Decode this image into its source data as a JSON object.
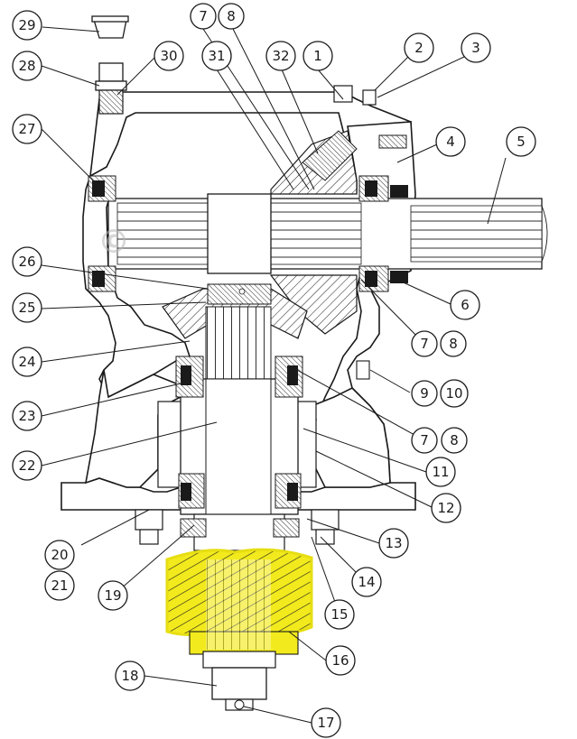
{
  "watermark": "©",
  "colors": {
    "highlight": "#f2ea1d",
    "line": "#1a1a1a",
    "background": "#ffffff"
  },
  "callouts": [
    {
      "id": "c29",
      "label": "29"
    },
    {
      "id": "c28",
      "label": "28"
    },
    {
      "id": "c30",
      "label": "30"
    },
    {
      "id": "c27",
      "label": "27"
    },
    {
      "id": "c31",
      "label": "31"
    },
    {
      "id": "c7a",
      "label": "7"
    },
    {
      "id": "c8a",
      "label": "8"
    },
    {
      "id": "c32",
      "label": "32"
    },
    {
      "id": "c1",
      "label": "1"
    },
    {
      "id": "c2",
      "label": "2"
    },
    {
      "id": "c3",
      "label": "3"
    },
    {
      "id": "c4",
      "label": "4"
    },
    {
      "id": "c5",
      "label": "5"
    },
    {
      "id": "c26",
      "label": "26"
    },
    {
      "id": "c25",
      "label": "25"
    },
    {
      "id": "c6",
      "label": "6"
    },
    {
      "id": "c7b",
      "label": "7"
    },
    {
      "id": "c8b",
      "label": "8"
    },
    {
      "id": "c24",
      "label": "24"
    },
    {
      "id": "c9",
      "label": "9"
    },
    {
      "id": "c10",
      "label": "10"
    },
    {
      "id": "c23",
      "label": "23"
    },
    {
      "id": "c7c",
      "label": "7"
    },
    {
      "id": "c8c",
      "label": "8"
    },
    {
      "id": "c22",
      "label": "22"
    },
    {
      "id": "c11",
      "label": "11"
    },
    {
      "id": "c12",
      "label": "12"
    },
    {
      "id": "c20",
      "label": "20"
    },
    {
      "id": "c21",
      "label": "21"
    },
    {
      "id": "c13",
      "label": "13"
    },
    {
      "id": "c19",
      "label": "19"
    },
    {
      "id": "c14",
      "label": "14"
    },
    {
      "id": "c15",
      "label": "15"
    },
    {
      "id": "c16",
      "label": "16"
    },
    {
      "id": "c18",
      "label": "18"
    },
    {
      "id": "c17",
      "label": "17"
    }
  ]
}
